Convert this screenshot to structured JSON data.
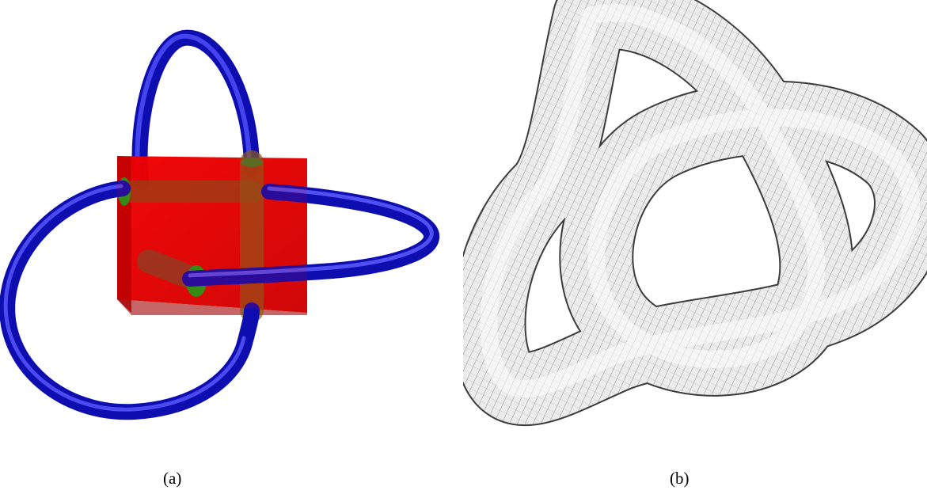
{
  "figure": {
    "panels": [
      {
        "id": "a",
        "caption": "(a)",
        "content": "blue-tube-knot-through-red-box",
        "colors": {
          "tube": "#1212c8",
          "box": "#e00000",
          "holes": "#1a9a1a"
        }
      },
      {
        "id": "b",
        "caption": "(b)",
        "content": "translucent-trefoil-knot-mesh",
        "colors": {
          "surface": "#ececec",
          "mesh": "#2a2a2a"
        }
      }
    ]
  }
}
